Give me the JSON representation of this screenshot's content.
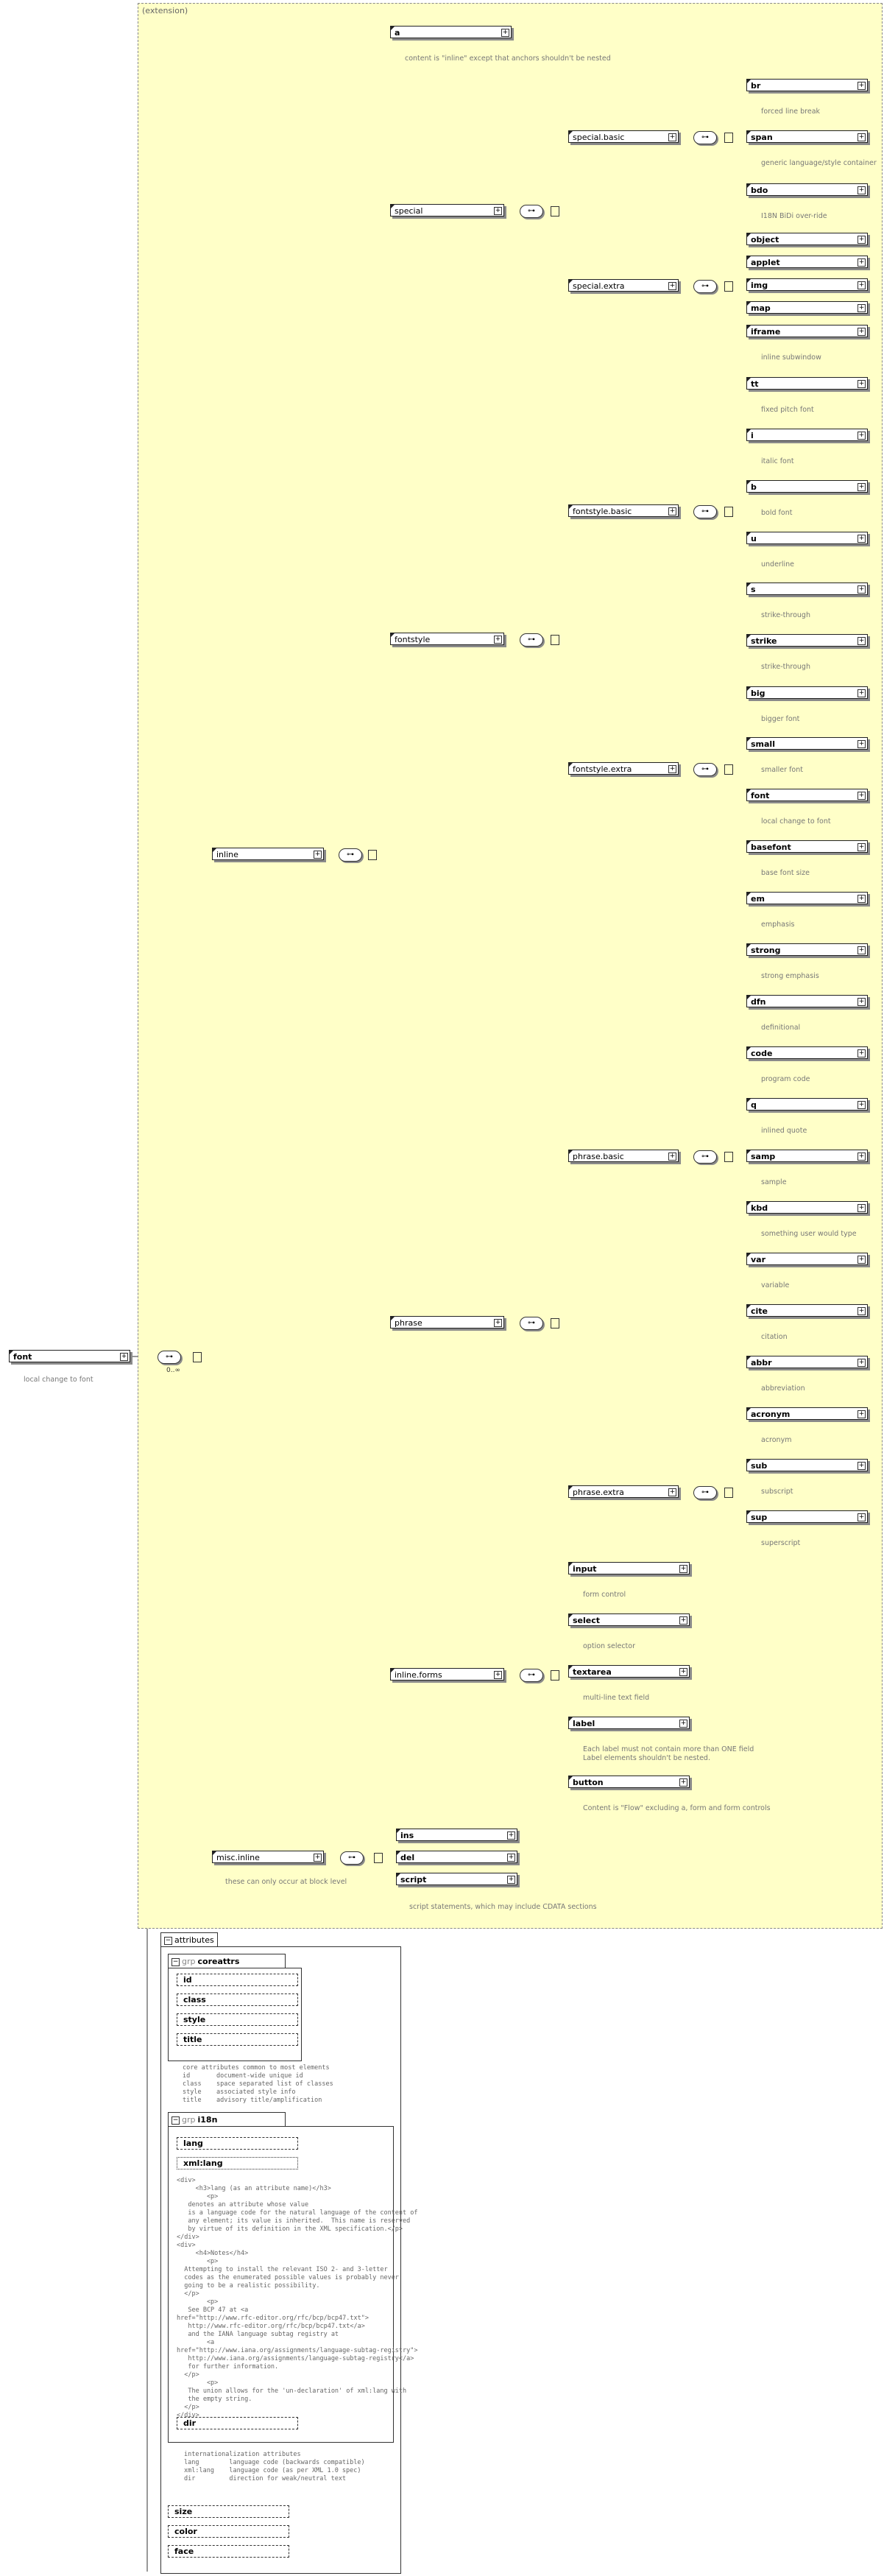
{
  "extension_label": "(extension)",
  "root": {
    "name": "font",
    "description": "local change to font"
  },
  "root_choice": {
    "cardinality": "0..∞"
  },
  "inline_group": {
    "name": "inline"
  },
  "a_element": {
    "name": "a",
    "description": "content is \"inline\" except that anchors shouldn't be nested"
  },
  "special": {
    "name": "special",
    "basic": {
      "name": "special.basic",
      "items": [
        {
          "name": "br",
          "description": "forced line break"
        },
        {
          "name": "span",
          "description": "generic language/style container"
        },
        {
          "name": "bdo",
          "description": "I18N BiDi over-ride"
        }
      ]
    },
    "extra": {
      "name": "special.extra",
      "items": [
        {
          "name": "object",
          "description": ""
        },
        {
          "name": "applet",
          "description": ""
        },
        {
          "name": "img",
          "description": ""
        },
        {
          "name": "map",
          "description": ""
        },
        {
          "name": "iframe",
          "description": "inline subwindow"
        }
      ]
    }
  },
  "fontstyle": {
    "name": "fontstyle",
    "basic": {
      "name": "fontstyle.basic",
      "items": [
        {
          "name": "tt",
          "description": "fixed pitch font"
        },
        {
          "name": "i",
          "description": "italic font"
        },
        {
          "name": "b",
          "description": "bold font"
        },
        {
          "name": "u",
          "description": "underline"
        },
        {
          "name": "s",
          "description": "strike-through"
        },
        {
          "name": "strike",
          "description": "strike-through"
        }
      ]
    },
    "extra": {
      "name": "fontstyle.extra",
      "items": [
        {
          "name": "big",
          "description": "bigger font"
        },
        {
          "name": "small",
          "description": "smaller font"
        },
        {
          "name": "font",
          "description": "local change to font"
        },
        {
          "name": "basefont",
          "description": "base font size"
        }
      ]
    }
  },
  "phrase": {
    "name": "phrase",
    "basic": {
      "name": "phrase.basic",
      "items": [
        {
          "name": "em",
          "description": "emphasis"
        },
        {
          "name": "strong",
          "description": "strong emphasis"
        },
        {
          "name": "dfn",
          "description": "definitional"
        },
        {
          "name": "code",
          "description": "program code"
        },
        {
          "name": "q",
          "description": "inlined quote"
        },
        {
          "name": "samp",
          "description": "sample"
        },
        {
          "name": "kbd",
          "description": "something user would type"
        },
        {
          "name": "var",
          "description": "variable"
        },
        {
          "name": "cite",
          "description": "citation"
        },
        {
          "name": "abbr",
          "description": "abbreviation"
        },
        {
          "name": "acronym",
          "description": "acronym"
        }
      ]
    },
    "extra": {
      "name": "phrase.extra",
      "items": [
        {
          "name": "sub",
          "description": "subscript"
        },
        {
          "name": "sup",
          "description": "superscript"
        }
      ]
    }
  },
  "inline_forms": {
    "name": "inline.forms",
    "items": [
      {
        "name": "input",
        "description": "form control",
        "desc2": ""
      },
      {
        "name": "select",
        "description": "option selector",
        "desc2": ""
      },
      {
        "name": "textarea",
        "description": "multi-line text field",
        "desc2": ""
      },
      {
        "name": "label",
        "description": "Each label must not contain more than ONE field",
        "desc2": "Label elements shouldn't be nested."
      },
      {
        "name": "button",
        "description": "Content is \"Flow\" excluding a, form and form controls",
        "desc2": ""
      }
    ]
  },
  "misc_inline": {
    "name": "misc.inline",
    "description": "these can only occur at block level",
    "items": [
      {
        "name": "ins"
      },
      {
        "name": "del"
      },
      {
        "name": "script"
      }
    ],
    "script_description": "script statements, which may include CDATA sections"
  },
  "attributes": {
    "label": "attributes",
    "coreattrs": {
      "tag": "grp",
      "name": "coreattrs",
      "items": [
        "id",
        "class",
        "style",
        "title"
      ],
      "doc": "core attributes common to most elements\nid       document-wide unique id\nclass    space separated list of classes\nstyle    associated style info\ntitle    advisory title/amplification"
    },
    "i18n": {
      "tag": "grp",
      "name": "i18n",
      "items": [
        "lang",
        "xml:lang",
        "dir"
      ],
      "xml_lang_doc": "<div>\n     <h3>lang (as an attribute name)</h3>\n        <p>\n   denotes an attribute whose value\n   is a language code for the natural language of the content of\n   any element; its value is inherited.  This name is reserved\n   by virtue of its definition in the XML specification.</p>\n</div>\n<div>\n     <h4>Notes</h4>\n        <p>\n  Attempting to install the relevant ISO 2- and 3-letter\n  codes as the enumerated possible values is probably never\n  going to be a realistic possibility.\n  </p>\n        <p>\n   See BCP 47 at <a\nhref=\"http://www.rfc-editor.org/rfc/bcp/bcp47.txt\">\n   http://www.rfc-editor.org/rfc/bcp/bcp47.txt</a>\n   and the IANA language subtag registry at\n        <a\nhref=\"http://www.iana.org/assignments/language-subtag-registry\">\n   http://www.iana.org/assignments/language-subtag-registry</a>\n   for further information.\n  </p>\n        <p>\n   The union allows for the 'un-declaration' of xml:lang with\n   the empty string.\n  </p>\n</div>",
      "doc": "internationalization attributes\nlang        language code (backwards compatible)\nxml:lang    language code (as per XML 1.0 spec)\ndir         direction for weak/neutral text"
    },
    "extra_items": [
      "size",
      "color",
      "face"
    ]
  }
}
